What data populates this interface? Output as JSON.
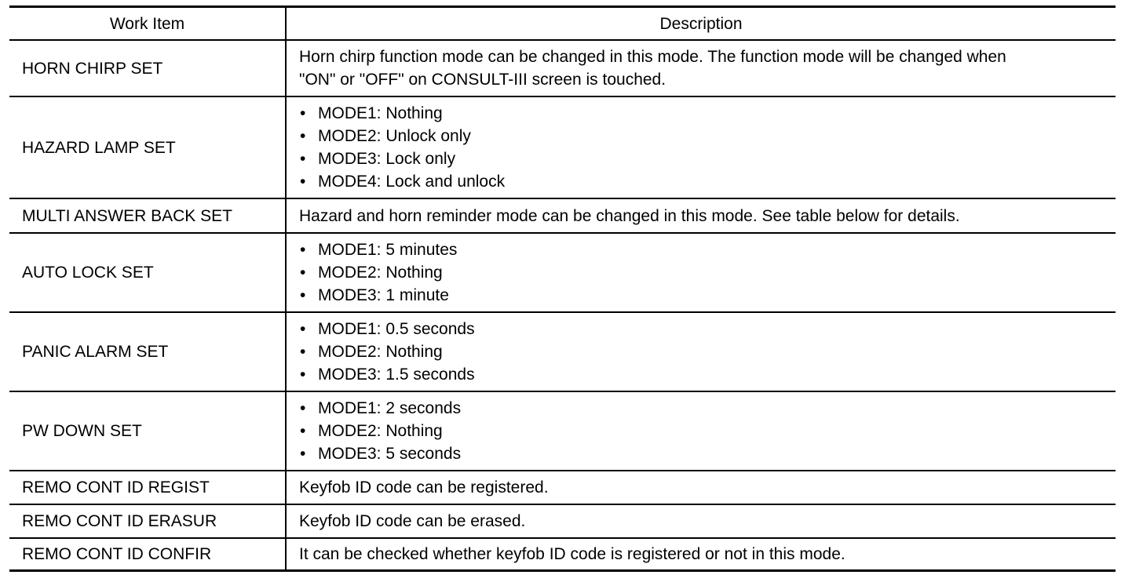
{
  "table": {
    "headers": {
      "work_item": "Work Item",
      "description": "Description"
    },
    "rows": [
      {
        "work_item": "HORN CHIRP SET",
        "lines": [
          "Horn chirp function mode can be changed in this mode. The function mode will be changed when",
          "\"ON\" or \"OFF\" on CONSULT-III screen is touched."
        ]
      },
      {
        "work_item": "HAZARD LAMP SET",
        "bullets": [
          "MODE1: Nothing",
          "MODE2: Unlock only",
          "MODE3: Lock only",
          "MODE4: Lock and unlock"
        ]
      },
      {
        "work_item": "MULTI ANSWER BACK SET",
        "lines": [
          "Hazard and horn reminder mode can be changed in this mode. See table below for details."
        ]
      },
      {
        "work_item": "AUTO LOCK SET",
        "bullets": [
          "MODE1: 5 minutes",
          "MODE2: Nothing",
          "MODE3: 1 minute"
        ]
      },
      {
        "work_item": "PANIC ALARM SET",
        "bullets": [
          "MODE1: 0.5 seconds",
          "MODE2: Nothing",
          "MODE3: 1.5 seconds"
        ]
      },
      {
        "work_item": "PW DOWN SET",
        "bullets": [
          "MODE1: 2 seconds",
          "MODE2: Nothing",
          "MODE3: 5 seconds"
        ]
      },
      {
        "work_item": "REMO CONT ID REGIST",
        "lines": [
          "Keyfob ID code can be registered."
        ]
      },
      {
        "work_item": "REMO CONT ID ERASUR",
        "lines": [
          "Keyfob ID code can be erased."
        ]
      },
      {
        "work_item": "REMO CONT ID CONFIR",
        "lines": [
          "It can be checked whether keyfob ID code is registered or not in this mode."
        ]
      }
    ],
    "bullet_glyph": "•"
  }
}
